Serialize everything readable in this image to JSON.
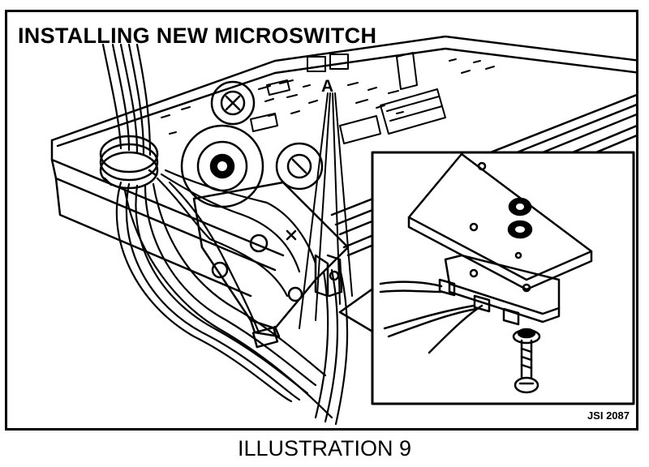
{
  "figure": {
    "title": "INSTALLING NEW MICROSWITCH",
    "callout_label": "A",
    "reference_code": "JSI 2087",
    "caption": "ILLUSTRATION 9"
  },
  "colors": {
    "ink": "#000000",
    "paper": "#ffffff"
  }
}
